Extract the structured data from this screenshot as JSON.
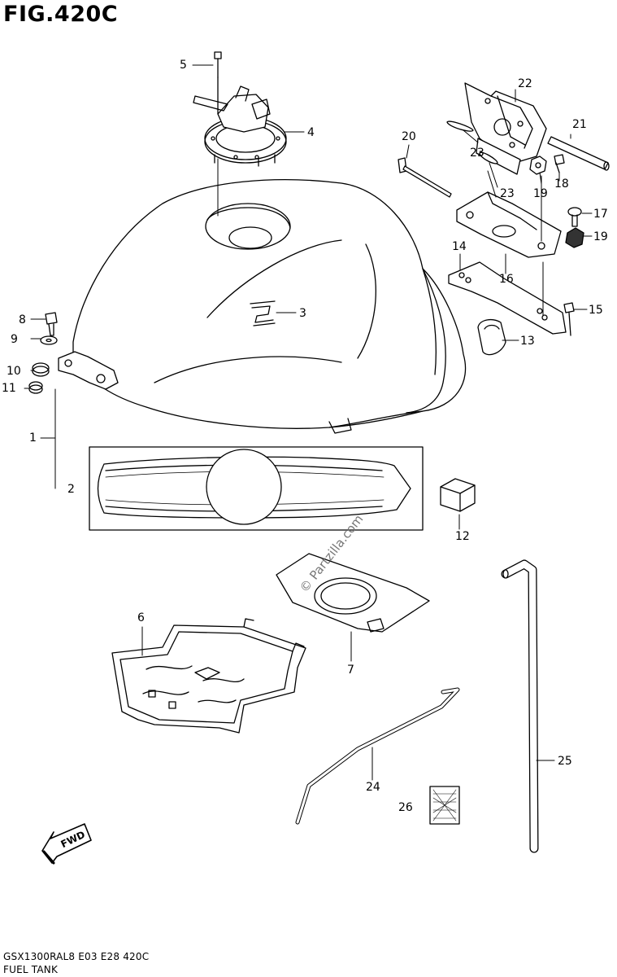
{
  "figure": {
    "title": "FIG.420C",
    "model_code": "GSX1300RAL8  E03  E28  420C",
    "section_name": "FUEL TANK",
    "fwd_label": "FWD",
    "watermark": "© Partzilla.com"
  },
  "callouts": [
    {
      "id": "c5",
      "text": "5"
    },
    {
      "id": "c4",
      "text": "4"
    },
    {
      "id": "c3",
      "text": "3"
    },
    {
      "id": "c8",
      "text": "8"
    },
    {
      "id": "c9",
      "text": "9"
    },
    {
      "id": "c10",
      "text": "10"
    },
    {
      "id": "c11",
      "text": "11"
    },
    {
      "id": "c1",
      "text": "1"
    },
    {
      "id": "c2",
      "text": "2"
    },
    {
      "id": "c22",
      "text": "22"
    },
    {
      "id": "c21",
      "text": "21"
    },
    {
      "id": "c20",
      "text": "20"
    },
    {
      "id": "c23a",
      "text": "23"
    },
    {
      "id": "c23b",
      "text": "23"
    },
    {
      "id": "c18",
      "text": "18"
    },
    {
      "id": "c19a",
      "text": "19"
    },
    {
      "id": "c17",
      "text": "17"
    },
    {
      "id": "c19b",
      "text": "19"
    },
    {
      "id": "c14",
      "text": "14"
    },
    {
      "id": "c16",
      "text": "16"
    },
    {
      "id": "c15",
      "text": "15"
    },
    {
      "id": "c13",
      "text": "13"
    },
    {
      "id": "c12",
      "text": "12"
    },
    {
      "id": "c6",
      "text": "6"
    },
    {
      "id": "c7",
      "text": "7"
    },
    {
      "id": "c24",
      "text": "24"
    },
    {
      "id": "c25",
      "text": "25"
    },
    {
      "id": "c26",
      "text": "26"
    }
  ]
}
